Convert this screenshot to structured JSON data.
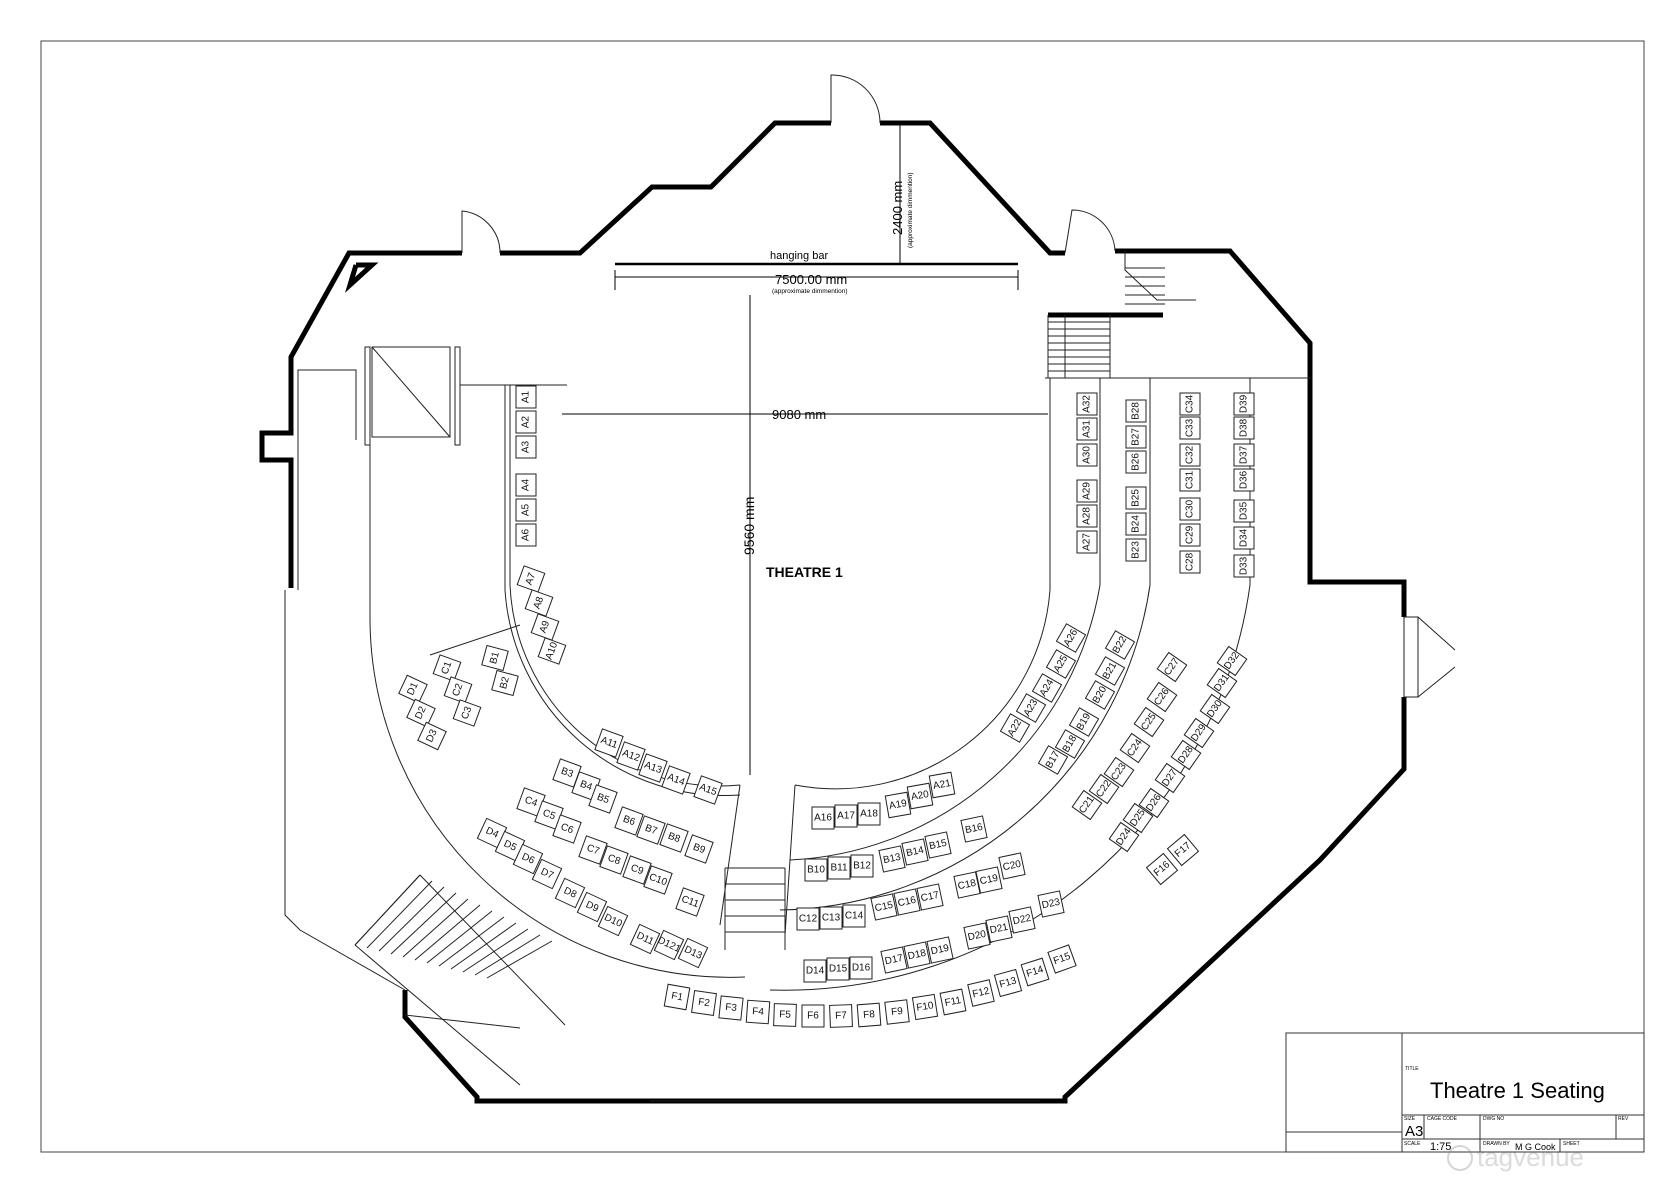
{
  "labels": {
    "hanging_bar": "hanging bar",
    "width_dim": "7500.00 mm",
    "width_note": "(approximate dimmention)",
    "height_dim": "2400 mm",
    "height_note": "(approximate dimmention)",
    "stage_width": "9080 mm",
    "stage_depth": "9560 mm",
    "theatre": "THEATRE 1"
  },
  "title_block": {
    "title_caption": "TITLE",
    "title": "Theatre 1 Seating",
    "size_caption": "SIZE",
    "size": "A3",
    "cage_code_caption": "CAGE CODE",
    "dwg_no_caption": "DWG NO",
    "rev_caption": "REV",
    "scale_caption": "SCALE",
    "scale": "1:75",
    "drawn_by_caption": "DRAWN BY",
    "drawn_by": "M G Cook",
    "sheet_caption": "SHEET"
  },
  "watermark": "tagvenue",
  "rows": {
    "A": [
      "A1",
      "A2",
      "A3",
      "A4",
      "A5",
      "A6",
      "A7",
      "A8",
      "A9",
      "A10",
      "A11",
      "A12",
      "A13",
      "A14",
      "A15",
      "A16",
      "A17",
      "A18",
      "A19",
      "A20",
      "A21",
      "A22",
      "A23",
      "A24",
      "A25",
      "A26",
      "A27",
      "A28",
      "A29",
      "A30",
      "A31",
      "A32"
    ],
    "B": [
      "B1",
      "B2",
      "B3",
      "B4",
      "B5",
      "B6",
      "B7",
      "B8",
      "B9",
      "B10",
      "B11",
      "B12",
      "B13",
      "B14",
      "B15",
      "B16",
      "B17",
      "B18",
      "B19",
      "B20",
      "B21",
      "B22",
      "B23",
      "B24",
      "B25",
      "B26",
      "B27",
      "B28"
    ],
    "C": [
      "C1",
      "C2",
      "C3",
      "C4",
      "C5",
      "C6",
      "C7",
      "C8",
      "C9",
      "C10",
      "C11",
      "C12",
      "C13",
      "C14",
      "C15",
      "C16",
      "C17",
      "C18",
      "C19",
      "C20",
      "C21",
      "C22",
      "C23",
      "C24",
      "C25",
      "C26",
      "C27",
      "C28",
      "C29",
      "C30",
      "C31",
      "C32",
      "C33",
      "C34"
    ],
    "D": [
      "D1",
      "D2",
      "D3",
      "D4",
      "D5",
      "D6",
      "D7",
      "D8",
      "D9",
      "D10",
      "D11",
      "D121",
      "D13",
      "D14",
      "D15",
      "D16",
      "D17",
      "D18",
      "D19",
      "D20",
      "D21",
      "D22",
      "D23",
      "D24",
      "D25",
      "D26",
      "D27",
      "D28",
      "D29",
      "D30",
      "D31",
      "D32",
      "D33",
      "D34",
      "D35",
      "D36",
      "D37",
      "D38",
      "D39"
    ],
    "F": [
      "F1",
      "F2",
      "F3",
      "F4",
      "F5",
      "F6",
      "F7",
      "F8",
      "F9",
      "F10",
      "F11",
      "F12",
      "F13",
      "F14",
      "F15",
      "F16",
      "F17"
    ]
  }
}
